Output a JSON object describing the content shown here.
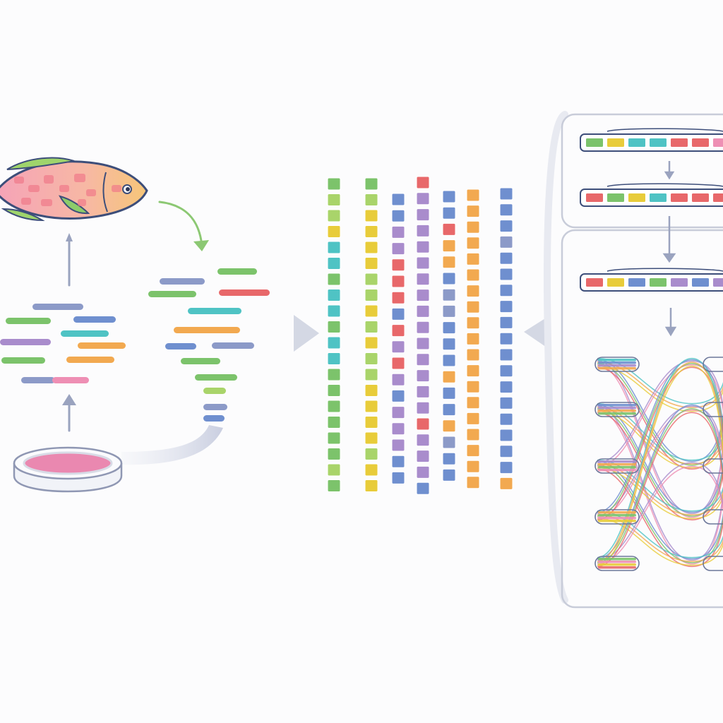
{
  "palette": {
    "green": "#7cc36b",
    "lime": "#a9d46a",
    "yellow": "#e8cc3a",
    "orange": "#f2a950",
    "red": "#e8686a",
    "pink": "#ee8fb4",
    "purple": "#a98ccc",
    "blue": "#6f8fcf",
    "teal": "#4fc3c4",
    "slate": "#8c9ac8",
    "outline": "#c8ccd9",
    "arrow": "#9aa3bf",
    "green_arrow": "#8cc873"
  },
  "icons": {
    "source": "fish-icon",
    "sample": "petri-dish-icon",
    "flow_in": "chevron-right-icon",
    "flow_out": "chevron-left-icon"
  },
  "fragments_left": [
    {
      "color": "slate",
      "length": 0.36
    },
    {
      "color": "green",
      "length": 0.32
    },
    {
      "color": "blue",
      "length": 0.3
    },
    {
      "color": "teal",
      "length": 0.34
    },
    {
      "color": "purple",
      "length": 0.36
    },
    {
      "color": "orange",
      "length": 0.34
    },
    {
      "color": "green",
      "length": 0.31
    },
    {
      "color": "orange",
      "length": 0.34
    },
    {
      "color": "slate",
      "length": 0.24
    },
    {
      "color": "pink",
      "length": 0.26
    }
  ],
  "fragments_right": [
    {
      "color": "green",
      "length": 0.28
    },
    {
      "color": "slate",
      "length": 0.32
    },
    {
      "color": "green",
      "length": 0.34
    },
    {
      "color": "red",
      "length": 0.36
    },
    {
      "color": "teal",
      "length": 0.38
    },
    {
      "color": "orange",
      "length": 0.47
    },
    {
      "color": "blue",
      "length": 0.22
    },
    {
      "color": "slate",
      "length": 0.3
    },
    {
      "color": "green",
      "length": 0.28
    },
    {
      "color": "green",
      "length": 0.3
    },
    {
      "color": "lime",
      "length": 0.16
    },
    {
      "color": "slate",
      "length": 0.17
    },
    {
      "color": "blue",
      "length": 0.15
    }
  ],
  "read_columns": [
    {
      "colors": [
        "green",
        "lime",
        "lime",
        "yellow",
        "teal",
        "teal",
        "green",
        "teal",
        "teal",
        "green",
        "teal",
        "teal",
        "green",
        "green",
        "green",
        "green",
        "green",
        "green",
        "lime",
        "green"
      ]
    },
    {
      "colors": [
        "green",
        "lime",
        "yellow",
        "yellow",
        "yellow",
        "yellow",
        "lime",
        "lime",
        "yellow",
        "lime",
        "yellow",
        "lime",
        "lime",
        "yellow",
        "yellow",
        "yellow",
        "yellow",
        "lime",
        "yellow",
        "yellow"
      ]
    },
    {
      "colors": [
        "blue",
        "blue",
        "purple",
        "purple",
        "red",
        "red",
        "red",
        "blue",
        "red",
        "purple",
        "red",
        "purple",
        "blue",
        "purple",
        "purple",
        "purple",
        "blue",
        "blue"
      ]
    },
    {
      "colors": [
        "red",
        "purple",
        "purple",
        "purple",
        "purple",
        "purple",
        "purple",
        "purple",
        "purple",
        "purple",
        "purple",
        "purple",
        "purple",
        "purple",
        "purple",
        "red",
        "purple",
        "purple",
        "purple",
        "blue"
      ]
    },
    {
      "colors": [
        "blue",
        "blue",
        "red",
        "orange",
        "orange",
        "blue",
        "slate",
        "slate",
        "blue",
        "blue",
        "blue",
        "orange",
        "blue",
        "blue",
        "orange",
        "slate",
        "blue",
        "blue"
      ]
    },
    {
      "colors": [
        "orange",
        "orange",
        "orange",
        "orange",
        "orange",
        "orange",
        "orange",
        "orange",
        "orange",
        "orange",
        "orange",
        "orange",
        "orange",
        "orange",
        "orange",
        "orange",
        "orange",
        "orange",
        "orange"
      ]
    },
    {
      "colors": [
        "blue",
        "blue",
        "blue",
        "slate",
        "blue",
        "blue",
        "blue",
        "blue",
        "blue",
        "blue",
        "blue",
        "blue",
        "blue",
        "blue",
        "blue",
        "blue",
        "blue",
        "blue",
        "orange"
      ]
    }
  ],
  "tracks": [
    {
      "colors": [
        "green",
        "yellow",
        "teal",
        "teal",
        "red",
        "red",
        "pink"
      ]
    },
    {
      "colors": [
        "red",
        "green",
        "yellow",
        "teal",
        "red",
        "red",
        "red"
      ]
    },
    {
      "colors": [
        "red",
        "yellow",
        "blue",
        "green",
        "purple",
        "blue",
        "purple"
      ]
    }
  ],
  "strands": {
    "rows": 5,
    "colors": [
      "teal",
      "blue",
      "purple",
      "orange",
      "green",
      "pink",
      "yellow",
      "red"
    ]
  }
}
